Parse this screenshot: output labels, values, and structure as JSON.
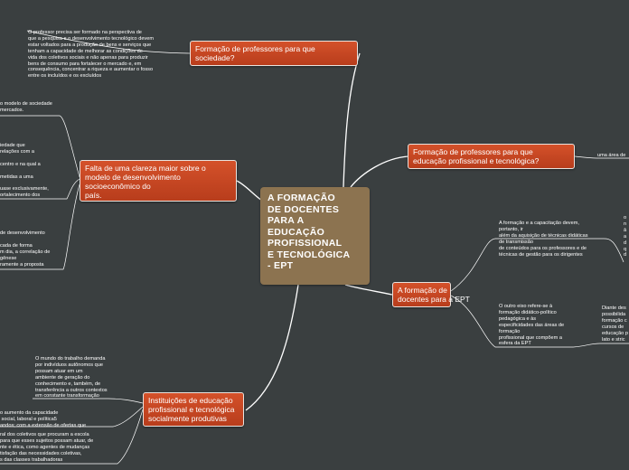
{
  "central": {
    "title": "A FORMAÇÃO\nDE DOCENTES\nPARA A\nEDUCAÇÃO\nPROFISSIONAL\nE TECNOLÓGICA\n- EPT"
  },
  "topics": {
    "t1": "Formação de professores para que\nsociedade?",
    "t2": "Formação de professores para que\neducação profissional e tecnológica?",
    "t3": "Falta de uma clareza maior sobre o\nmodelo de desenvolvimento\nsocioeconômico do\npaís.",
    "t4": "A formação de\ndocentes para a EPT",
    "t5": "Instituições de educação\nprofissional e tecnológica\nsocialmente produtivas"
  },
  "notes": {
    "n1": "O professor precisa ser formado na perspectiva de\nque a pesquisa e o desenvolvimento tecnológico devem\nestar voltados para a produção de bens e serviços que\ntenham a capacidade de melhorar as condições de\nvida dos coletivos sociais e não apenas para produzir\nbens de consumo para fortalecer o mercado e, em\nconsequência, concentrar a riqueza e aumentar o fosso\nentre os incluídos e os excluídos",
    "n2": "uma área de",
    "n3a": "o modelo de sociedade\nmercados.",
    "n3b": "iedade que\nrelações com a\n\ncentro e na qual a\n\nmetidas a uma\n\nuase exclusivamente,\nortalecimento dos",
    "n3c": "de desenvolvimento\n\ncada de forma\nm dia, a correlação de\ngênese\nramente a proposta",
    "n4a": "A formação e a capacitação devem,\nportanto, ir\nalém da aquisição de técnicas didáticas\nde transmissão\nde conteúdos para os professores e de\ntécnicas de gestão para os dirigentes",
    "n4b": "O outro eixo refere-se à\nformação didático-político\npedagógica e às\nespecificidades das áreas de\nformação\nprofissional que compõem a\nesfera da EPT",
    "n4c": "o\nn\nâ\na\nd\nq\nd",
    "n4d": "Diante des\npossibilida\nformação c\ncursos de\neducação p\nlato e stric",
    "n5a": "O mundo do trabalho demanda\npor indivíduos autônomos que\npossam atuar em um\nambiente de geração do\nconhecimento e, também, de\ntransferência a outros contextos\nem constante transformação",
    "n5b": "o aumento da capacidade\n social, laboral e política5\nandos; com a extensão de ofertas que",
    "n5c": "ral dos coletivos que procuram a escola\npara que esses sujeitos possam atuar, de\nnte e ética, como agentes de mudanças\ntisfação das necessidades coletivas,\ns das classes trabalhadoras"
  }
}
